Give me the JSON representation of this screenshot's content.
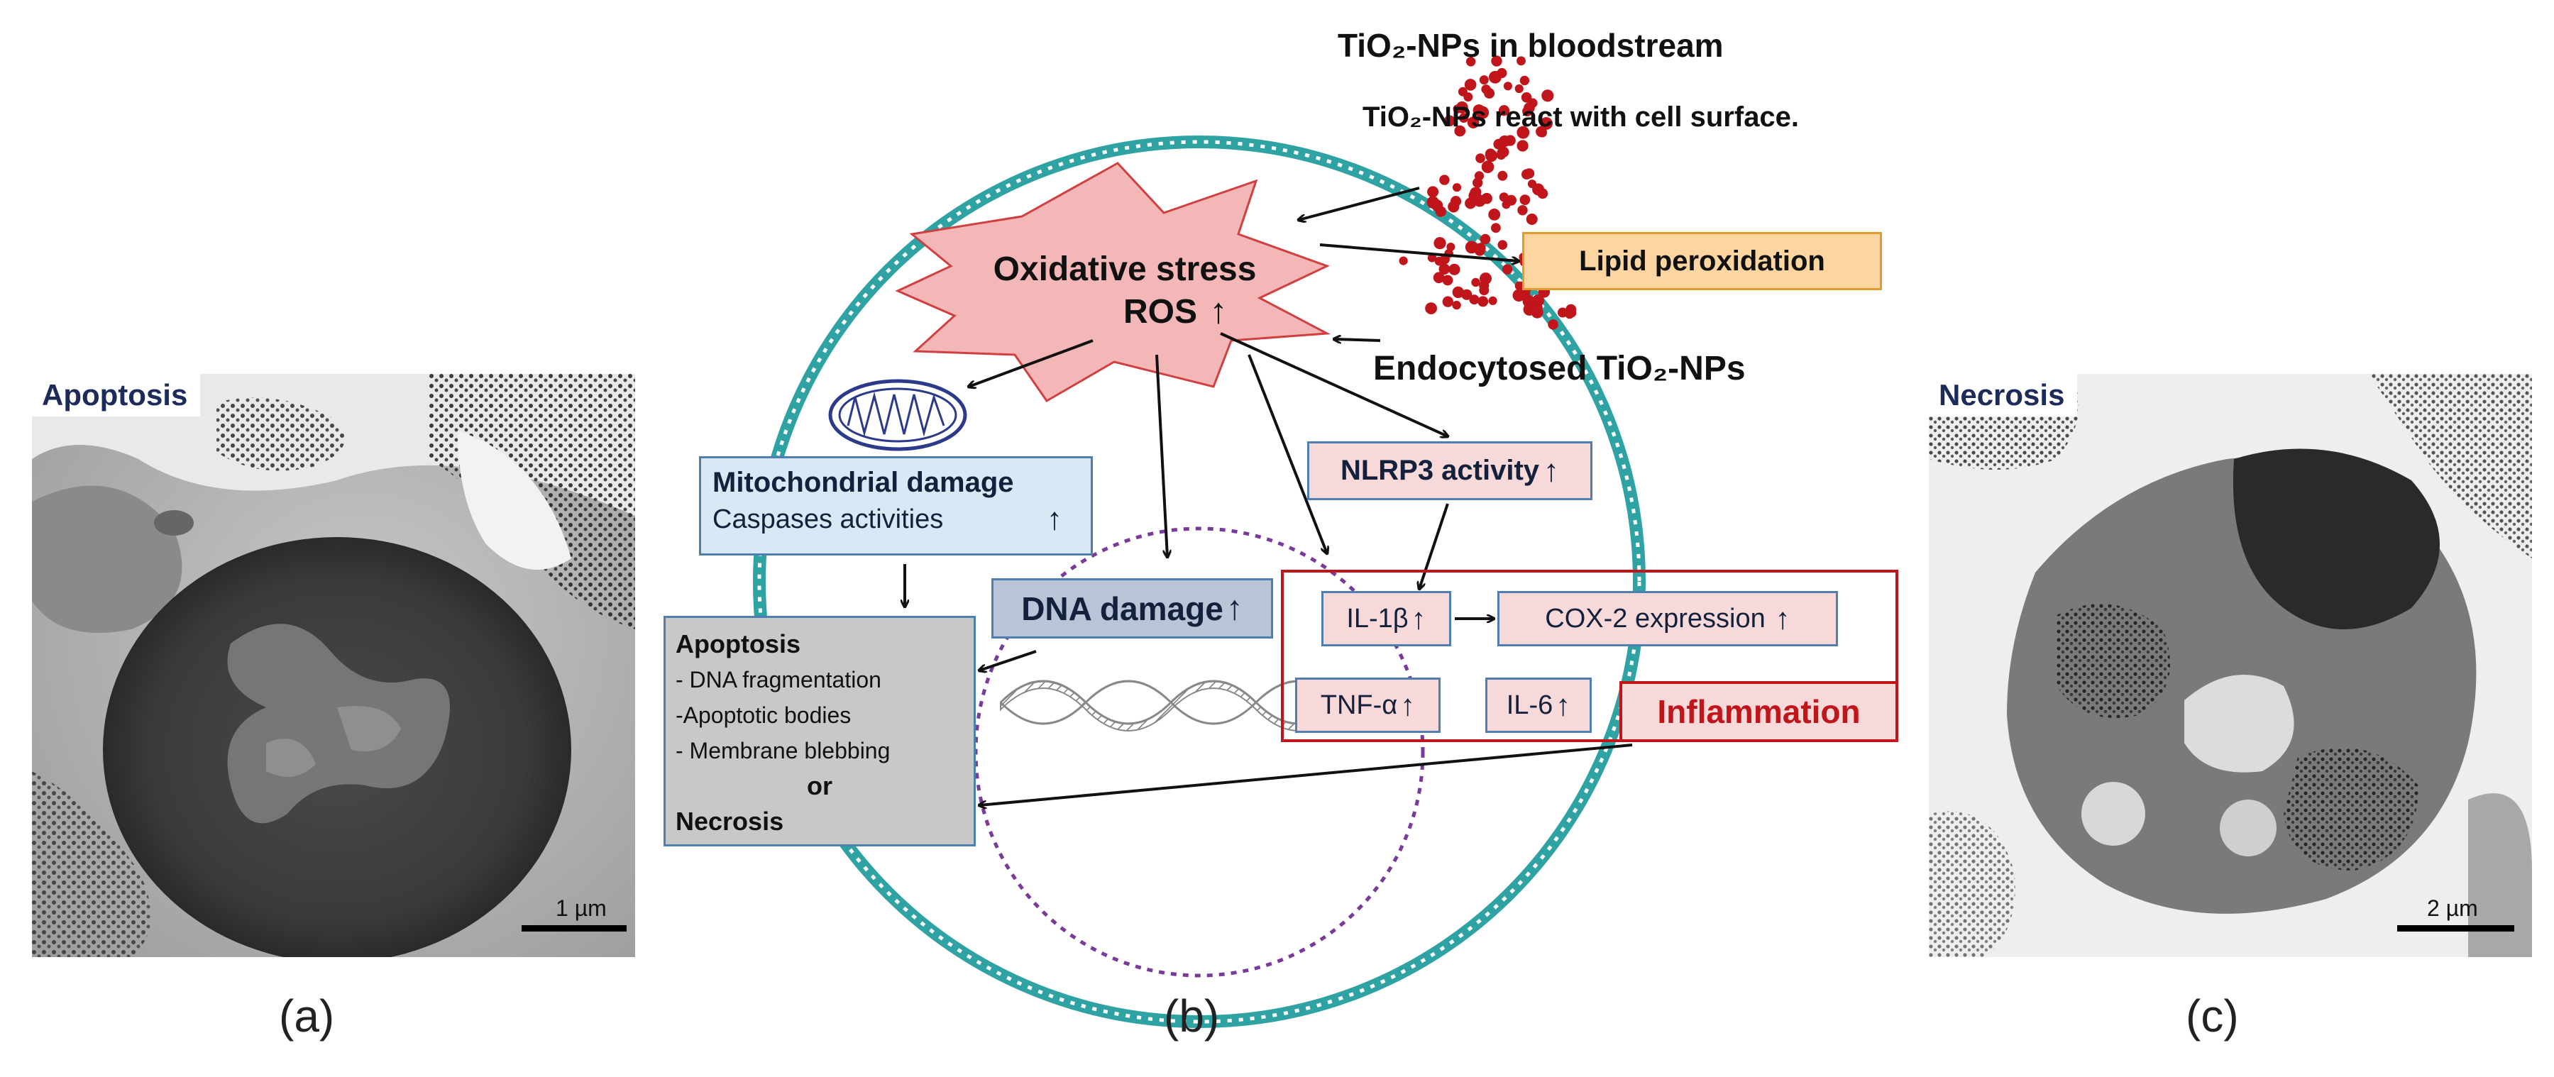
{
  "panels": {
    "a": {
      "tag": "Apoptosis",
      "scale": "1 µm",
      "letter": "(a)"
    },
    "b": {
      "letter": "(b)"
    },
    "c": {
      "tag": "Necrosis",
      "scale": "2 µm",
      "letter": "(c)"
    }
  },
  "diagram": {
    "bloodstream_label": "TiO₂-NPs in bloodstream",
    "cell_surface_label": "TiO₂-NPs react with cell surface.",
    "oxidative_stress_line1": "Oxidative stress",
    "oxidative_stress_line2": "ROS",
    "up_arrow": "↑",
    "lipid_peroxidation": "Lipid peroxidation",
    "endocytosed_label": "Endocytosed TiO₂-NPs",
    "mito_title": "Mitochondrial damage",
    "mito_sub": "Caspases activities",
    "nlrp3": "NLRP3 activity",
    "dna_damage": "DNA damage",
    "il1b": "IL-1β",
    "cox2": "COX-2 expression",
    "tnfa": "TNF-α",
    "il6": "IL-6",
    "inflammation": "Inflammation",
    "outcome": {
      "title": "Apoptosis",
      "items": [
        "- DNA fragmentation",
        "-Apoptotic bodies",
        "- Membrane blebbing"
      ],
      "or": "or",
      "necrosis": "Necrosis"
    }
  },
  "colors": {
    "nanoparticle": "#c0151b",
    "membrane": "#2fa3a3",
    "nucleus_ring": "#7a3a9a",
    "ros_fill": "#f4b7b7",
    "ros_stroke": "#d04040",
    "lipid_fill": "#fcd5a0",
    "lipid_stroke": "#e39b2e",
    "mito_fill": "#d9e8f5",
    "mito_stroke": "#4f7fb0",
    "pink_box": "#f7d9d9",
    "inflammation_red": "#c0151b",
    "outcome_fill": "#c8c8c8",
    "dark_text": "#14213d"
  }
}
